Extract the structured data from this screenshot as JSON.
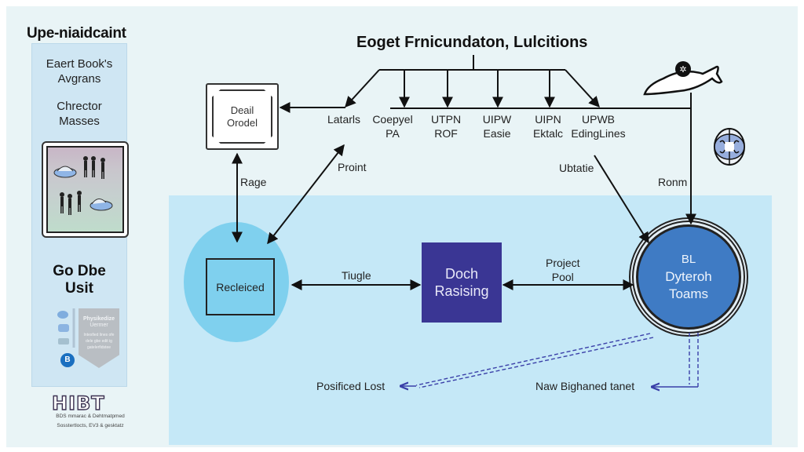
{
  "sidebar": {
    "title": "Upe-niaidcaint",
    "item_1": [
      "Eaert Book's",
      "Avgrans"
    ],
    "item_2": [
      "Chrector",
      "Masses"
    ],
    "heading": [
      "Go Dbe",
      "Usit"
    ],
    "badge": {
      "title": "Physikedize",
      "subtitle": "Uermer",
      "body": "Intesfied lines ofe dele gbe edit ig gatelerfidstee",
      "circle_glyph": "B"
    },
    "logo": {
      "text": "HIBT",
      "line_1": "BDS mmarac & Dehtmatpmed",
      "line_2": "Sosstertlocts, EV3 & gesktatz"
    }
  },
  "diagram": {
    "title": "Eoget Frnicundaton, Lulcitions",
    "top_labels": [
      {
        "line1": "Latarls",
        "line2": ""
      },
      {
        "line1": "Coepyel",
        "line2": "PA"
      },
      {
        "line1": "UTPN",
        "line2": "ROF"
      },
      {
        "line1": "UIPW",
        "line2": "Easie"
      },
      {
        "line1": "UIPN",
        "line2": "Ektalc"
      },
      {
        "line1": "UPWB",
        "line2": "EdingLines"
      }
    ],
    "nodes": {
      "detail": [
        "Deail",
        "Orodel"
      ],
      "recleiced": "Recleiced",
      "doch": [
        "Doch",
        "Rasising"
      ],
      "teams": [
        "BL",
        "Dyteroh",
        "Toams"
      ]
    },
    "edge_labels": {
      "rage": "Rage",
      "proint": "Proint",
      "ubtatie": "Ubtatie",
      "ronm": "Ronm",
      "tiugle": "Tiugle",
      "project_pool": [
        "Project",
        "Pool"
      ],
      "positiced_lost": "Posificed Lost",
      "new_bighaned": "Naw Bighaned tanet"
    }
  },
  "colors": {
    "background": "#e9f4f6",
    "lower_region": "#c5e8f7",
    "sidebar_panel": "#cfe6f3",
    "recleiced_circle": "#7fd0ee",
    "doch_box": "#3a3694",
    "teams_circle": "#3f7bc4",
    "dashed_line": "#3a3fa8"
  }
}
